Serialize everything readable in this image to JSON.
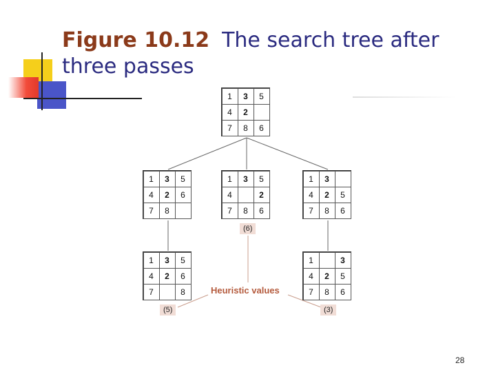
{
  "title": {
    "figure_label": "Figure 10.12",
    "caption_line1": "The search tree after",
    "caption_line2": "three passes"
  },
  "tree": {
    "root": [
      [
        "1",
        "3",
        "5"
      ],
      [
        "4",
        "2",
        ""
      ],
      [
        "7",
        "8",
        "6"
      ]
    ],
    "level1": [
      [
        [
          "1",
          "3",
          "5"
        ],
        [
          "4",
          "2",
          "6"
        ],
        [
          "7",
          "8",
          ""
        ]
      ],
      [
        [
          "1",
          "3",
          "5"
        ],
        [
          "4",
          "",
          "2"
        ],
        [
          "7",
          "8",
          "6"
        ]
      ],
      [
        [
          "1",
          "3",
          ""
        ],
        [
          "4",
          "2",
          "5"
        ],
        [
          "7",
          "8",
          "6"
        ]
      ]
    ],
    "level2": [
      [
        [
          "1",
          "3",
          "5"
        ],
        [
          "4",
          "2",
          "6"
        ],
        [
          "7",
          "",
          "8"
        ]
      ],
      [
        [
          "1",
          "",
          "3"
        ],
        [
          "4",
          "2",
          "5"
        ],
        [
          "7",
          "8",
          "6"
        ]
      ]
    ],
    "heuristics": {
      "middle": "(6)",
      "left_bottom": "(5)",
      "right_bottom": "(3)"
    },
    "heuristic_label": "Heuristic values"
  },
  "page_number": "28",
  "colors": {
    "title_label": "#8b3a1a",
    "title_text": "#2b2b80",
    "heuristic_text": "#b45a3c",
    "heuristic_box": "#f1ddd6"
  }
}
